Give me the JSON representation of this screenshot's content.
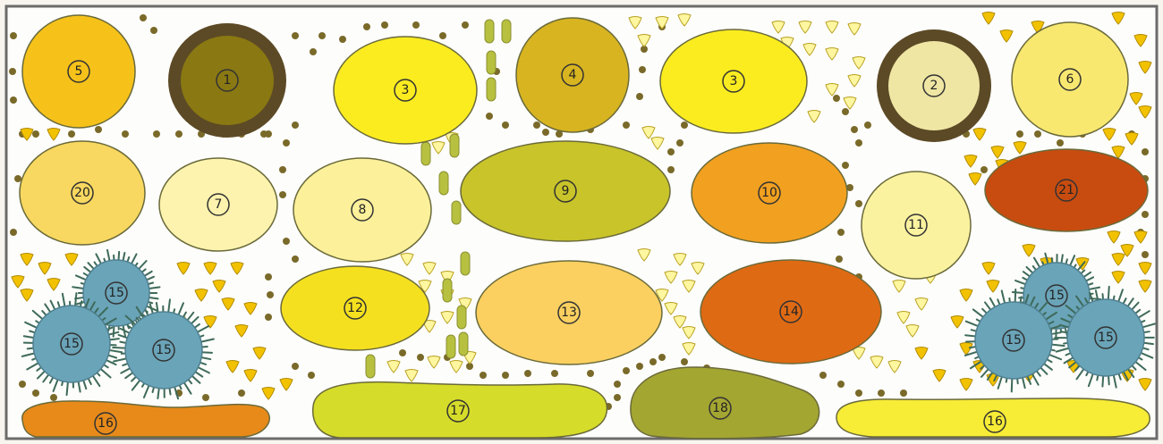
{
  "legend_colors": {
    "frame": "#6b6b6b",
    "outline": "#6a6a3a",
    "label_ring": "#333333",
    "pebble_dark": "#7a6a2a",
    "pebble_yellow": "#f2c200",
    "pebble_green": "#b8c040",
    "shrub_blue": "#6aa4b8",
    "shrub_spike": "#3e6a5a"
  },
  "beds": [
    {
      "id": "bed-5-top-left",
      "label": "5",
      "color": "#f6c21a"
    },
    {
      "id": "bed-1",
      "label": "1",
      "color": "#8a7812",
      "ring": "#5c4a26"
    },
    {
      "id": "bed-3-left",
      "label": "3",
      "color": "#fbec20"
    },
    {
      "id": "bed-4",
      "label": "4",
      "color": "#d8b420"
    },
    {
      "id": "bed-3-right",
      "label": "3",
      "color": "#fbec20"
    },
    {
      "id": "bed-2",
      "label": "2",
      "color": "#efe6a4",
      "ring": "#5c4a26"
    },
    {
      "id": "bed-6",
      "label": "6",
      "color": "#f8e870"
    },
    {
      "id": "bed-20",
      "label": "20",
      "color": "#f8d860"
    },
    {
      "id": "bed-7",
      "label": "7",
      "color": "#fdf3ae"
    },
    {
      "id": "bed-8",
      "label": "8",
      "color": "#fcf09a"
    },
    {
      "id": "bed-9",
      "label": "9",
      "color": "#c8c42a"
    },
    {
      "id": "bed-10",
      "label": "10",
      "color": "#f1a020"
    },
    {
      "id": "bed-11",
      "label": "11",
      "color": "#fbf2a0"
    },
    {
      "id": "bed-21",
      "label": "21",
      "color": "#c84c10"
    },
    {
      "id": "bed-12",
      "label": "12",
      "color": "#f5e020"
    },
    {
      "id": "bed-13",
      "label": "13",
      "color": "#fbd060"
    },
    {
      "id": "bed-14",
      "label": "14",
      "color": "#df6a14"
    },
    {
      "id": "bed-16-left",
      "label": "16",
      "color": "#e78a1a"
    },
    {
      "id": "bed-17",
      "label": "17",
      "color": "#d6dc2a"
    },
    {
      "id": "bed-18",
      "label": "18",
      "color": "#a4a632"
    },
    {
      "id": "bed-16-right",
      "label": "16",
      "color": "#f7ec36"
    }
  ],
  "shrubs": [
    {
      "id": "shrub-left-top",
      "label": "15"
    },
    {
      "id": "shrub-left-bottom",
      "label": "15"
    },
    {
      "id": "shrub-left-right",
      "label": "15"
    },
    {
      "id": "shrub-right-top",
      "label": "15"
    },
    {
      "id": "shrub-right-left",
      "label": "15"
    },
    {
      "id": "shrub-right-right",
      "label": "15"
    }
  ]
}
